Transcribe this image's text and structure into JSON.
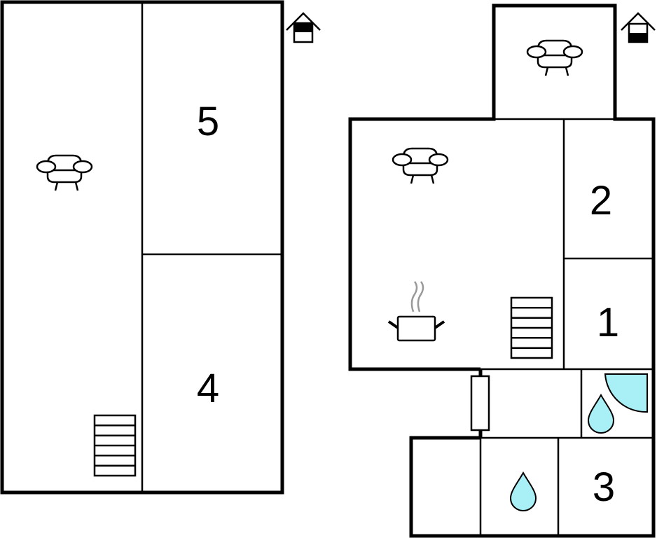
{
  "plan": {
    "floors": [
      {
        "name": "upper-floor",
        "rooms": [
          {
            "label": "5"
          },
          {
            "label": "4"
          }
        ]
      },
      {
        "name": "ground-floor",
        "rooms": [
          {
            "label": "2"
          },
          {
            "label": "1"
          },
          {
            "label": "3"
          }
        ]
      }
    ],
    "colors": {
      "water": "#a8f0f5",
      "wall": "#000000"
    },
    "icons": [
      "house-floor-icon",
      "sofa-icon",
      "stairs-icon",
      "cooking-pot-icon",
      "shower-icon",
      "water-drop-icon"
    ]
  }
}
